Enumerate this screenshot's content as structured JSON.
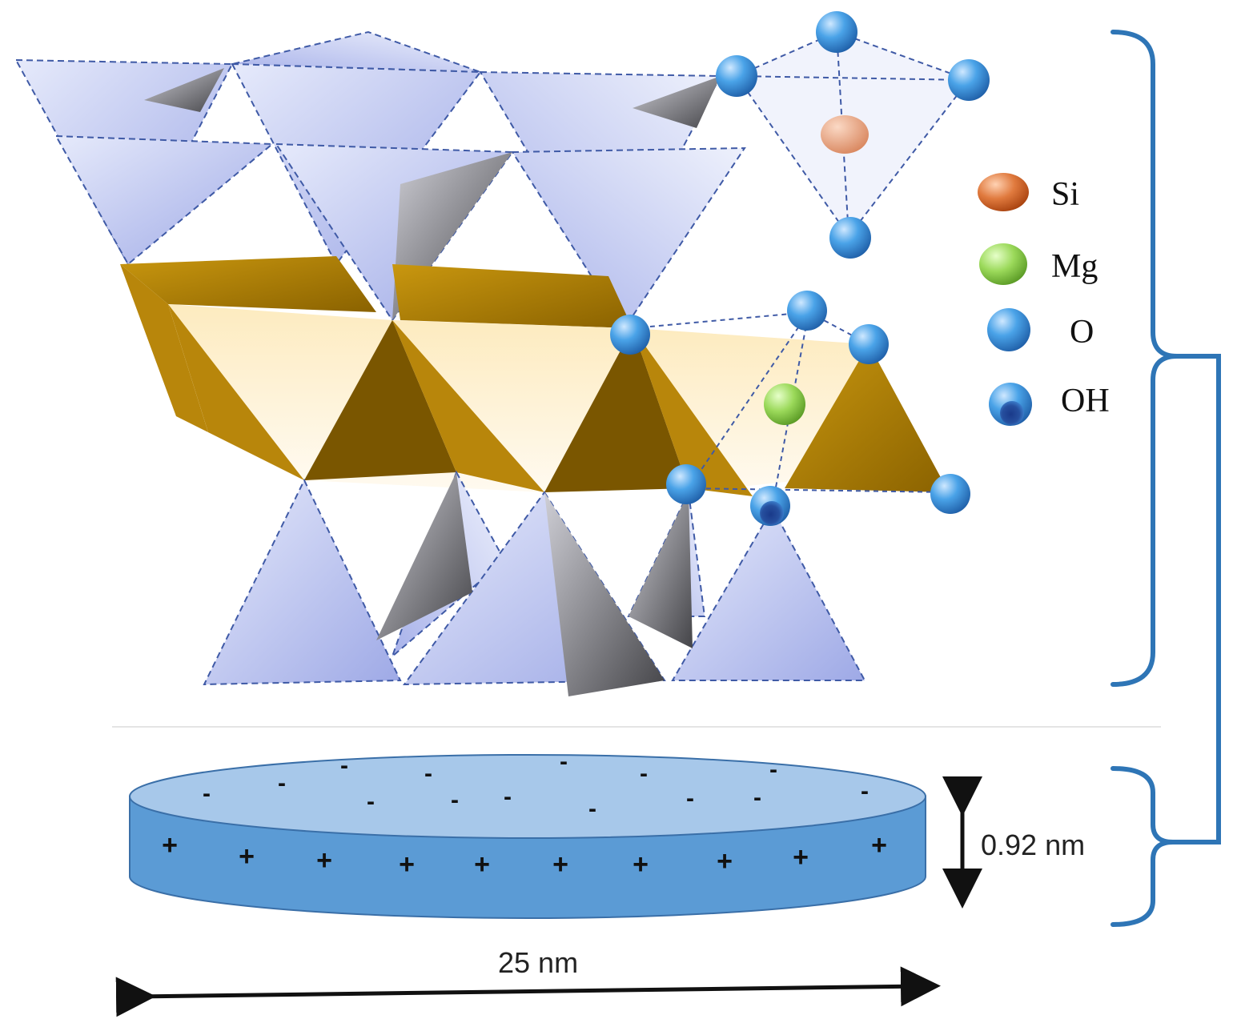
{
  "legend": {
    "items": [
      {
        "label": "Si",
        "color": "#d4621f"
      },
      {
        "label": "Mg",
        "color": "#8fd14f"
      },
      {
        "label": "O",
        "color": "#3a8fd6"
      },
      {
        "label": "OH",
        "color": "#1f4f9c"
      }
    ]
  },
  "dimensions": {
    "thickness": "0.92 nm",
    "diameter": "25 nm"
  },
  "disk": {
    "top_charge": "-",
    "side_charge": "+",
    "top_color": "#a7c8ea",
    "side_color": "#5b9bd5"
  },
  "structure": {
    "tetrahedron_color": "#b4bfee",
    "octahedron_color": "#b8860b",
    "octahedron_face": "#fdf1cf",
    "bracket_color": "#2e75b6"
  }
}
